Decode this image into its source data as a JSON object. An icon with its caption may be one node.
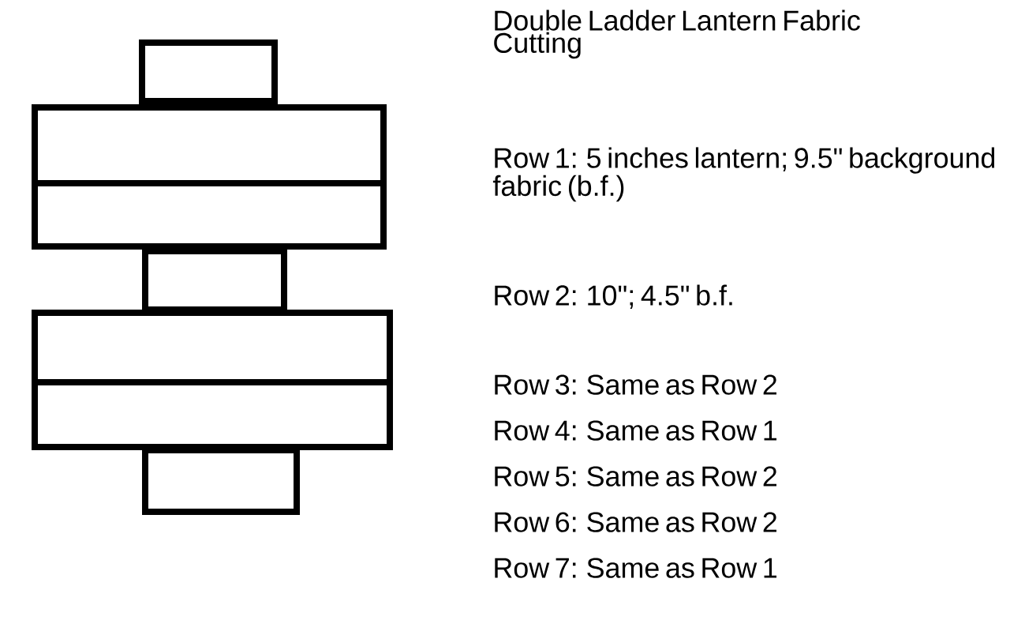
{
  "diagram": {
    "title": "Double Ladder Lantern Fabric Cutting",
    "nodes": [
      {
        "text": [],
        "shape": "box"
      },
      {
        "text": [],
        "shape": "box"
      },
      {
        "text": [],
        "shape": "box"
      },
      {
        "text": [],
        "shape": "box"
      },
      {
        "text": [],
        "shape": "box"
      },
      {
        "text": [],
        "shape": "box"
      },
      {
        "text": [],
        "shape": "box"
      }
    ],
    "labels": [
      "Row 1: 5 inches lantern; 9.5\" background fabric (b.f.)",
      "Row 2: 10\"; 4.5\" b.f.",
      "Row 3: Same as Row 2",
      "Row 4: Same as Row 1",
      "Row 5: Same as Row 2",
      "Row 6: Same as Row 2",
      "Row 7: Same as Row 1"
    ]
  }
}
